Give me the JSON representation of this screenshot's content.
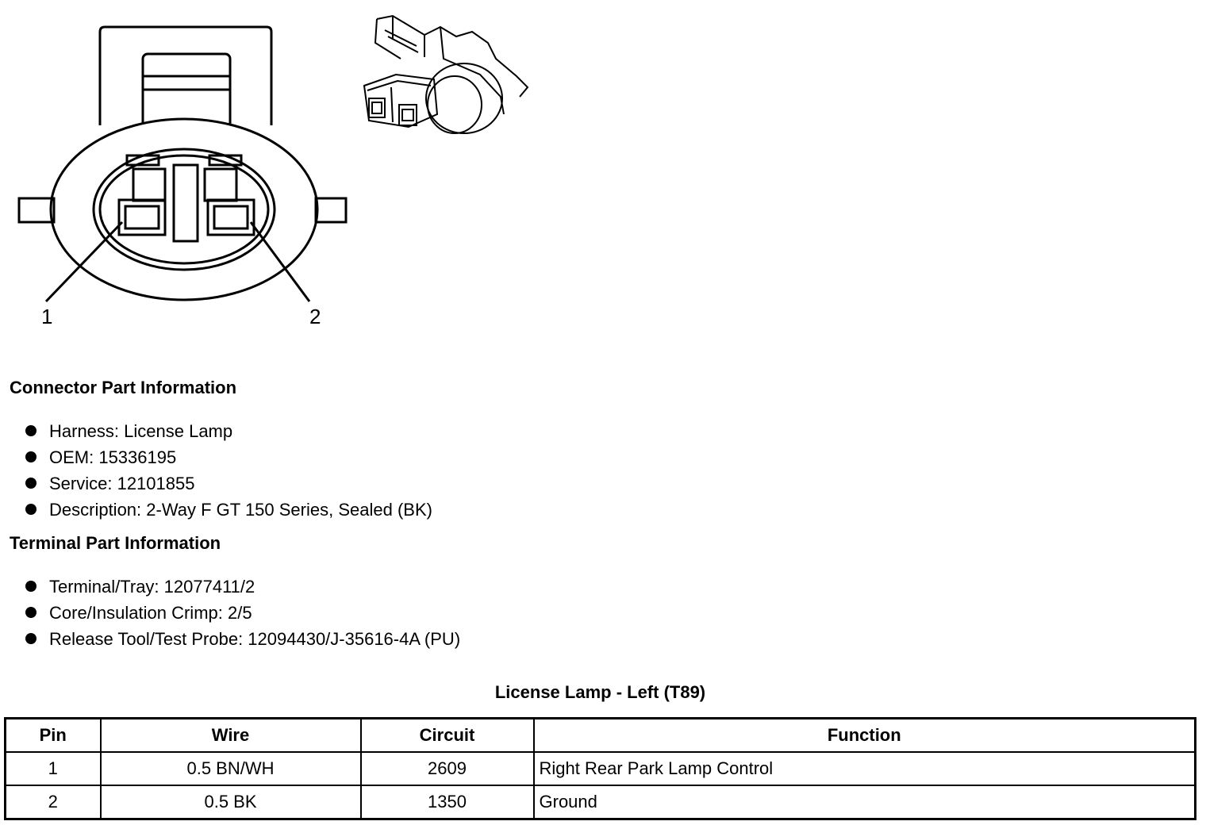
{
  "diagram": {
    "pin_labels": [
      "1",
      "2"
    ]
  },
  "connector_info": {
    "heading": "Connector Part Information",
    "items": [
      "Harness: License Lamp",
      "OEM: 15336195",
      "Service: 12101855",
      "Description: 2-Way F GT 150 Series, Sealed (BK)"
    ]
  },
  "terminal_info": {
    "heading": "Terminal Part Information",
    "items": [
      "Terminal/Tray: 12077411/2",
      "Core/Insulation Crimp: 2/5",
      "Release Tool/Test Probe: 12094430/J-35616-4A (PU)"
    ]
  },
  "table": {
    "title": "License Lamp - Left (T89)",
    "headers": [
      "Pin",
      "Wire",
      "Circuit",
      "Function"
    ],
    "rows": [
      [
        "1",
        "0.5 BN/WH",
        "2609",
        "Right Rear Park Lamp Control"
      ],
      [
        "2",
        "0.5 BK",
        "1350",
        "Ground"
      ]
    ]
  }
}
